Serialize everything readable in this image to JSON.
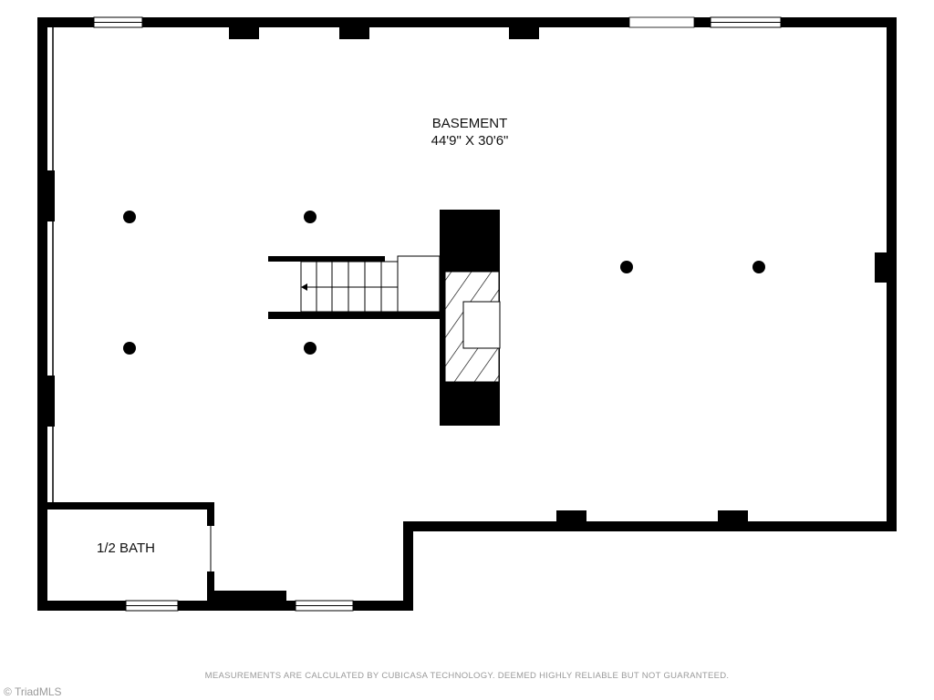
{
  "rooms": {
    "basement": {
      "name": "BASEMENT",
      "dimensions": "44'9\" X 30'6\""
    },
    "half_bath": {
      "name": "1/2 BATH"
    }
  },
  "footer": {
    "disclaimer": "MEASUREMENTS ARE CALCULATED BY CUBICASA TECHNOLOGY. DEEMED HIGHLY RELIABLE BUT NOT GUARANTEED.",
    "copyright": "© TriadMLS"
  }
}
